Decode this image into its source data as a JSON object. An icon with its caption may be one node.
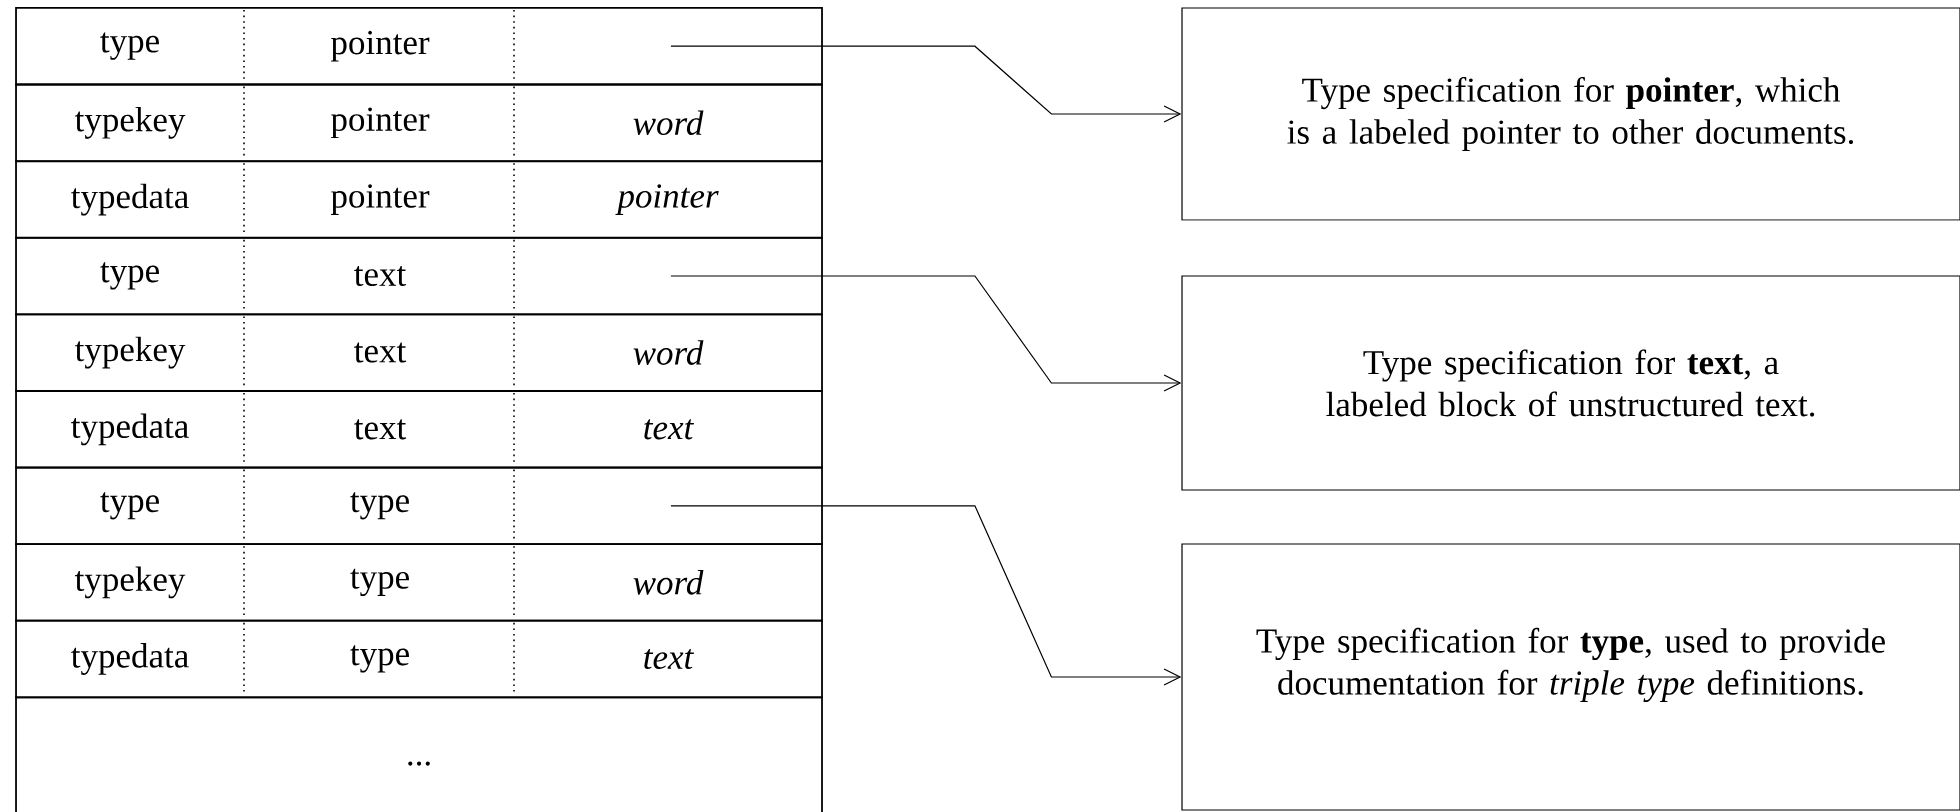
{
  "diagram": {
    "nodes": [
      {
        "text": [
          "type",
          "pointer"
        ]
      },
      {
        "text": [
          "typekey",
          "pointer",
          "word"
        ]
      },
      {
        "text": [
          "typedata",
          "pointer",
          "pointer"
        ]
      },
      {
        "text": [
          "type",
          "text"
        ]
      },
      {
        "text": [
          "typekey",
          "text",
          "word"
        ]
      },
      {
        "text": [
          "typedata",
          "text",
          "text"
        ]
      },
      {
        "text": [
          "type",
          "type"
        ]
      },
      {
        "text": [
          "typekey",
          "type",
          "word"
        ]
      },
      {
        "text": [
          "typedata",
          "type",
          "text"
        ]
      },
      {
        "text": [
          "..."
        ]
      },
      {
        "text": [
          "Type specification for **pointer**, which is a labeled pointer to other documents."
        ]
      },
      {
        "text": [
          "Type specification for **text**, a labeled block of unstructured text."
        ]
      },
      {
        "text": [
          "Type specification for **type**, used to provide documentation for *triple type* definitions."
        ]
      }
    ],
    "edges": [
      {
        "from": 0,
        "to": 10,
        "arrow": "to"
      },
      {
        "from": 3,
        "to": 11,
        "arrow": "to"
      },
      {
        "from": 6,
        "to": 12,
        "arrow": "to"
      }
    ]
  }
}
